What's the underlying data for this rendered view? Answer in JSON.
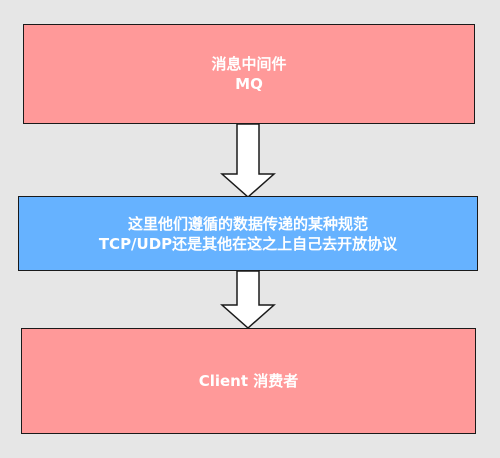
{
  "diagram": {
    "nodes": {
      "top": {
        "line1": "消息中间件",
        "line2": "MQ",
        "color": "#ff9999"
      },
      "middle": {
        "line1": "这里他们遵循的数据传递的某种规范",
        "line2": "TCP/UDP还是其他在这之上自己去开放协议",
        "color": "#66b2ff"
      },
      "bottom": {
        "line1": "Client 消费者",
        "color": "#ff9999"
      }
    },
    "edges": [
      {
        "from": "top",
        "to": "middle",
        "style": "hollow-down-arrow"
      },
      {
        "from": "middle",
        "to": "bottom",
        "style": "hollow-down-arrow"
      }
    ],
    "background": "#e6e6e6",
    "border_color": "#1a1a1a"
  }
}
